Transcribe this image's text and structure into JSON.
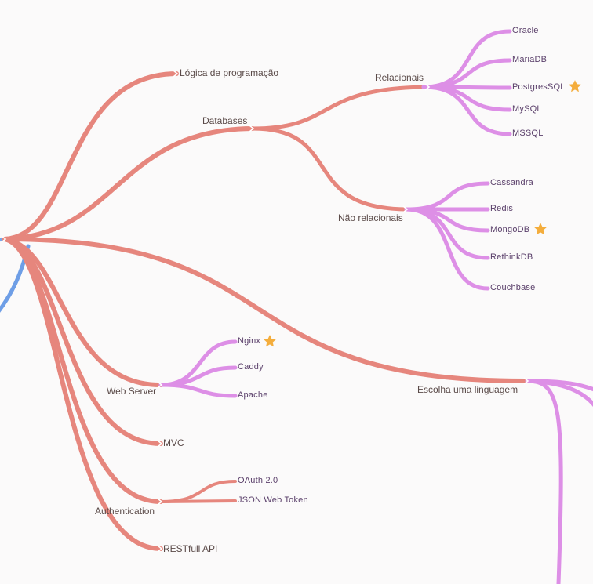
{
  "colors": {
    "background": "#fbfafa",
    "branch_red": "#e6867d",
    "branch_violet": "#dd8fe6",
    "branch_blue": "#6e9ee6",
    "star": "#f4ad3c",
    "text_main": "#5a4a48",
    "text_leaf": "#5a3f6a"
  },
  "mindmap": {
    "main": {
      "logica": "Lógica de programação",
      "databases": "Databases",
      "web_server": "Web Server",
      "mvc": "MVC",
      "authentication": "Authentication",
      "restfull": "RESTfull API",
      "linguagem": "Escolha uma linguagem"
    },
    "databases": {
      "relacionais": "Relacionais",
      "nao_relacionais": "Não relacionais"
    },
    "relacionais": [
      "Oracle",
      "MariaDB",
      "PostgresSQL",
      "MySQL",
      "MSSQL"
    ],
    "nao_relacionais": [
      "Cassandra",
      "Redis",
      "MongoDB",
      "RethinkDB",
      "Couchbase"
    ],
    "web_server": [
      "Nginx",
      "Caddy",
      "Apache"
    ],
    "authentication": [
      "OAuth 2.0",
      "JSON Web Token"
    ],
    "starred": [
      "star-icon"
    ]
  }
}
